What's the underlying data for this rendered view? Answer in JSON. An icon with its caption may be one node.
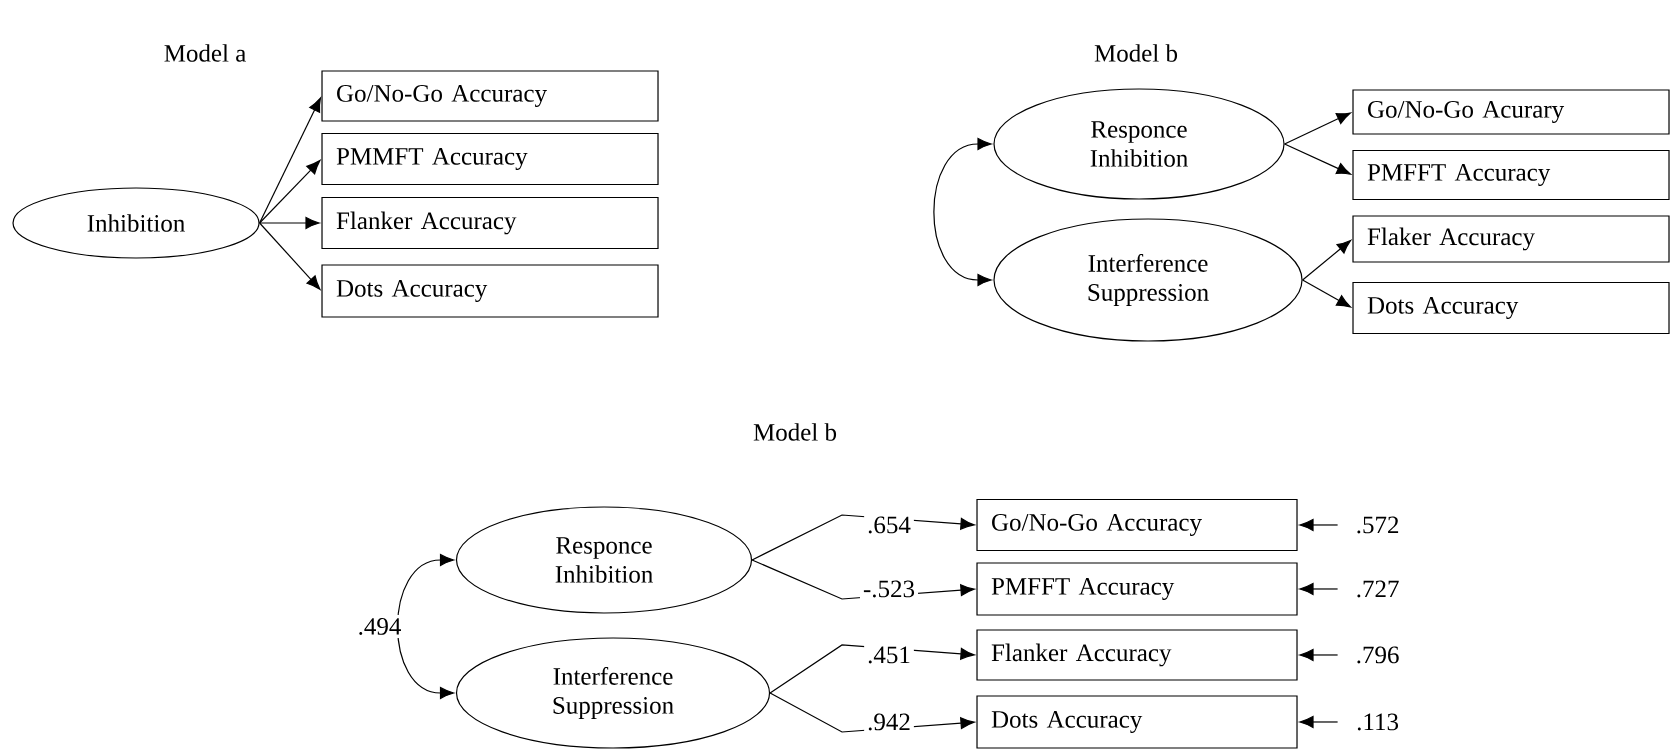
{
  "diagram": {
    "nodes": [
      {
        "text": [
          "Inhibition"
        ]
      },
      {
        "text": [
          "Go/No-Go Accuracy"
        ]
      },
      {
        "text": [
          "PMMFT Accuracy"
        ]
      },
      {
        "text": [
          "Flanker Accuracy"
        ]
      },
      {
        "text": [
          "Dots Accuracy"
        ]
      },
      {
        "text": [
          "Responce Inhibition"
        ]
      },
      {
        "text": [
          "Interference Suppression"
        ]
      },
      {
        "text": [
          "Go/No-Go Acurary"
        ]
      },
      {
        "text": [
          "PMFFT Accuracy"
        ]
      },
      {
        "text": [
          "Flaker Accuracy"
        ]
      },
      {
        "text": [
          "Dots Accuracy"
        ]
      },
      {
        "text": [
          "Responce Inhibition"
        ]
      },
      {
        "text": [
          "Interference Suppression"
        ]
      },
      {
        "text": [
          "Go/No-Go Accuracy"
        ]
      },
      {
        "text": [
          "PMFFT Accuracy"
        ]
      },
      {
        "text": [
          "Flanker Accuracy"
        ]
      },
      {
        "text": [
          "Dots Accuracy"
        ]
      }
    ],
    "edges": [
      {
        "from": 0,
        "to": 1,
        "arrow": "to"
      },
      {
        "from": 0,
        "to": 2,
        "arrow": "to"
      },
      {
        "from": 0,
        "to": 3,
        "arrow": "to"
      },
      {
        "from": 0,
        "to": 4,
        "arrow": "to"
      },
      {
        "from": 5,
        "to": 7,
        "arrow": "to"
      },
      {
        "from": 5,
        "to": 8,
        "arrow": "to"
      },
      {
        "from": 6,
        "to": 9,
        "arrow": "to"
      },
      {
        "from": 6,
        "to": 10,
        "arrow": "to"
      },
      {
        "from": 5,
        "to": 6,
        "arrow": "both"
      },
      {
        "from": 11,
        "to": 13,
        "arrow": "to",
        "label": ".654"
      },
      {
        "from": 11,
        "to": 14,
        "arrow": "to",
        "label": "-.523"
      },
      {
        "from": 12,
        "to": 15,
        "arrow": "to",
        "label": ".451"
      },
      {
        "from": 12,
        "to": 16,
        "arrow": "to",
        "label": ".942"
      },
      {
        "from": 11,
        "to": 12,
        "arrow": "both",
        "label": ".494"
      },
      {
        "from": null,
        "to": 13,
        "arrow": "to",
        "label": ".572"
      },
      {
        "from": null,
        "to": 14,
        "arrow": "to",
        "label": ".727"
      },
      {
        "from": null,
        "to": 15,
        "arrow": "to",
        "label": ".796"
      },
      {
        "from": null,
        "to": 16,
        "arrow": "to",
        "label": ".113"
      }
    ],
    "labels": [
      "Model a",
      "Model b",
      "Model b"
    ]
  }
}
